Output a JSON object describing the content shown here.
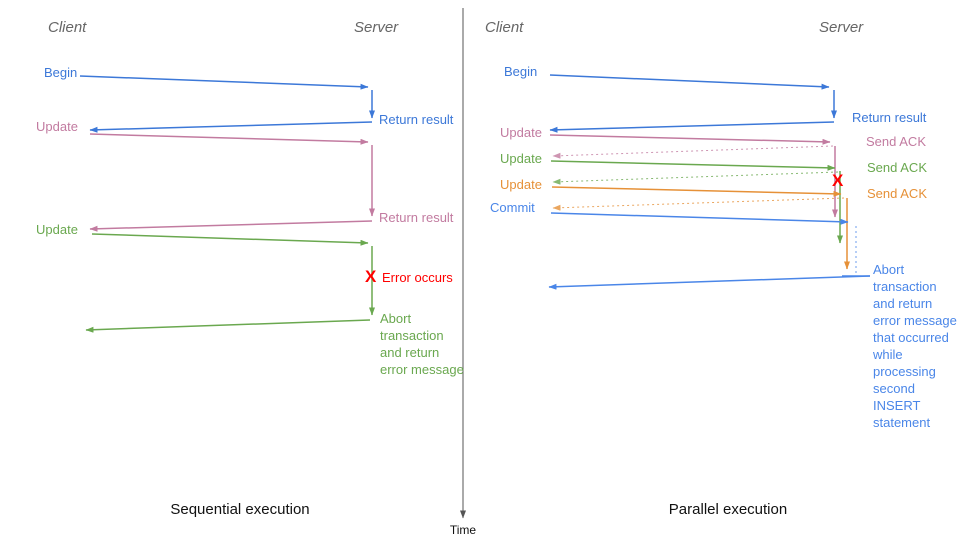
{
  "colors": {
    "blue": "#3c78d8",
    "light_blue": "#4a86e8",
    "pink": "#c27ba0",
    "green": "#6aa84f",
    "orange": "#e69138",
    "red": "#ff0000",
    "header_gray": "#666666",
    "axis_gray": "#555555"
  },
  "time_axis": {
    "label": "Time"
  },
  "left": {
    "caption": "Sequential execution",
    "client_header": "Client",
    "server_header": "Server",
    "labels": {
      "begin": "Begin",
      "return_result_1": "Return result",
      "update_1": "Update",
      "return_result_2": "Return result",
      "update_2": "Update",
      "error_x": "X",
      "error_occurs": "Error occurs",
      "abort_message": "Abort\ntransaction\nand return\nerror message"
    }
  },
  "right": {
    "caption": "Parallel execution",
    "client_header": "Client",
    "server_header": "Server",
    "labels": {
      "begin": "Begin",
      "return_result": "Return result",
      "update_1": "Update",
      "send_ack_1": "Send ACK",
      "update_2": "Update",
      "send_ack_2": "Send ACK",
      "update_3": "Update",
      "send_ack_3": "Send ACK",
      "commit": "Commit",
      "error_x": "X",
      "abort_message": "Abort\ntransaction\nand return\nerror message\nthat occurred\nwhile\nprocessing\nsecond\nINSERT\nstatement"
    }
  }
}
